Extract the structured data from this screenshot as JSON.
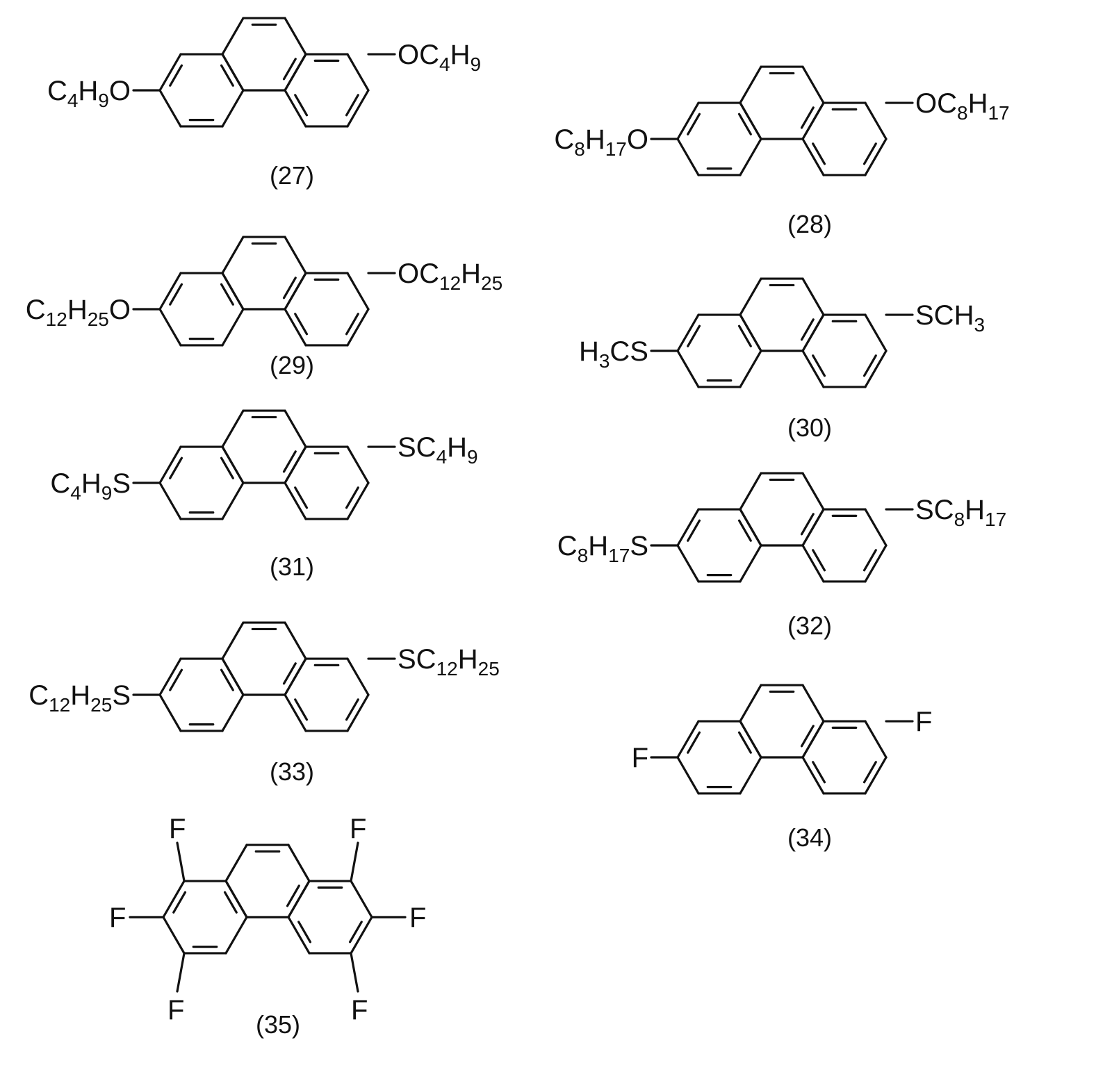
{
  "compounds": [
    {
      "id": "27",
      "caption": "(27)",
      "left": {
        "segs": [
          "C",
          "4",
          "H",
          "9",
          "O"
        ]
      },
      "right": {
        "segs": [
          "OC",
          "4",
          "H",
          "9"
        ]
      }
    },
    {
      "id": "28",
      "caption": "(28)",
      "left": {
        "segs": [
          "C",
          "8",
          "H",
          "17",
          "O"
        ]
      },
      "right": {
        "segs": [
          "OC",
          "8",
          "H",
          "17"
        ]
      }
    },
    {
      "id": "29",
      "caption": "(29)",
      "left": {
        "segs": [
          "C",
          "12",
          "H",
          "25",
          "O"
        ]
      },
      "right": {
        "segs": [
          "OC",
          "12",
          "H",
          "25"
        ]
      }
    },
    {
      "id": "30",
      "caption": "(30)",
      "left": {
        "segs": [
          "H",
          "3",
          "CS"
        ]
      },
      "right": {
        "segs": [
          "SCH",
          "3"
        ]
      }
    },
    {
      "id": "31",
      "caption": "(31)",
      "left": {
        "segs": [
          "C",
          "4",
          "H",
          "9",
          "S"
        ]
      },
      "right": {
        "segs": [
          "SC",
          "4",
          "H",
          "9"
        ]
      }
    },
    {
      "id": "32",
      "caption": "(32)",
      "left": {
        "segs": [
          "C",
          "8",
          "H",
          "17",
          "S"
        ]
      },
      "right": {
        "segs": [
          "SC",
          "8",
          "H",
          "17"
        ]
      }
    },
    {
      "id": "33",
      "caption": "(33)",
      "left": {
        "segs": [
          "C",
          "12",
          "H",
          "25",
          "S"
        ]
      },
      "right": {
        "segs": [
          "SC",
          "12",
          "H",
          "25"
        ]
      }
    },
    {
      "id": "34",
      "caption": "(34)",
      "left": {
        "segs": [
          "F"
        ]
      },
      "right": {
        "segs": [
          "F"
        ]
      }
    },
    {
      "id": "35",
      "caption": "(35)",
      "fluorines": [
        "F",
        "F",
        "F",
        "F",
        "F",
        "F"
      ]
    }
  ],
  "colors": {
    "ink": "#111111",
    "background": "#ffffff"
  }
}
